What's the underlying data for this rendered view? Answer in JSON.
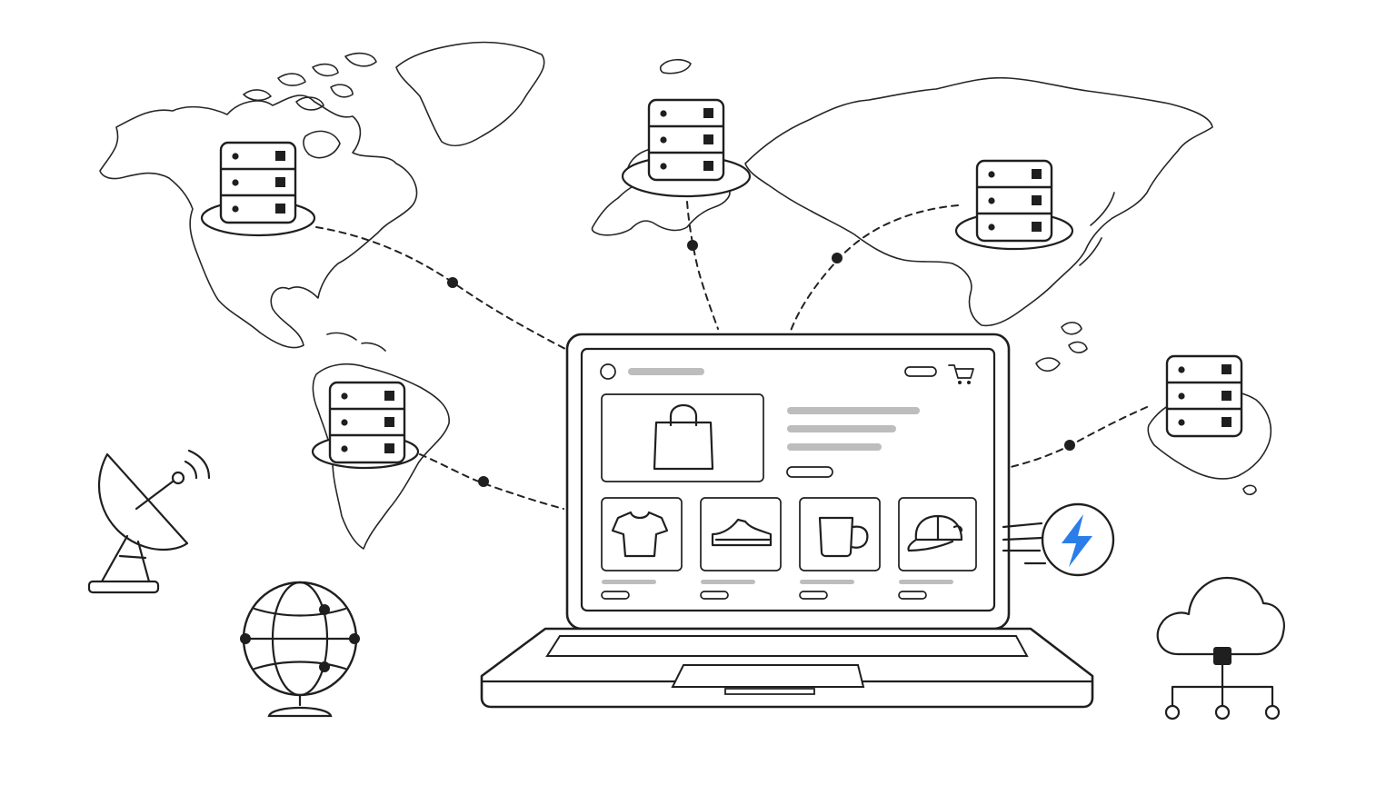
{
  "colors": {
    "line": "#1f1f1f",
    "placeholder_gray": "#bdbdbd",
    "accent_blue": "#2b7de9",
    "background": "#ffffff"
  },
  "icons": {
    "server_nodes": [
      "north-america",
      "europe",
      "east-asia",
      "south-america",
      "australia"
    ],
    "product_cards": [
      "t-shirt-icon",
      "sneaker-icon",
      "mug-icon",
      "cap-icon"
    ],
    "featured_product": "shopping-bag-icon",
    "header": [
      "logo-circle-icon",
      "cart-icon"
    ],
    "speed_badge": "lightning-bolt-icon",
    "corner_icons": [
      "satellite-dish-icon",
      "globe-icon",
      "cloud-network-icon"
    ]
  }
}
